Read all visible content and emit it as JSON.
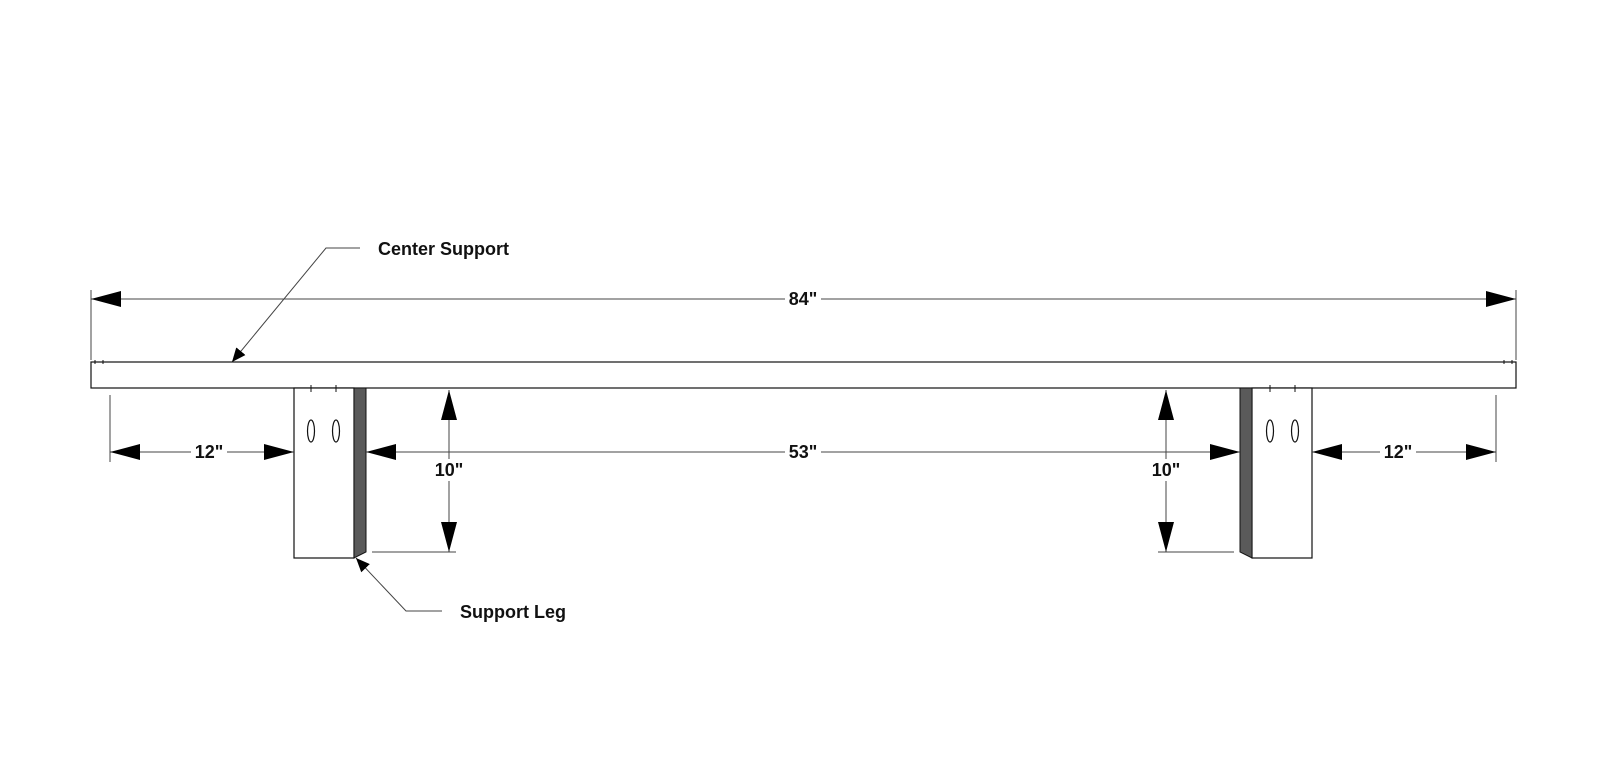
{
  "dimensions": {
    "overall_length": "84\"",
    "left_overhang": "12\"",
    "between_legs": "53\"",
    "right_overhang": "12\"",
    "left_leg_height": "10\"",
    "right_leg_height": "10\""
  },
  "callouts": {
    "center_support": "Center Support",
    "support_leg": "Support Leg"
  },
  "colors": {
    "line": "#111111",
    "leg_shade": "#5a5a5a",
    "background": "#ffffff"
  }
}
